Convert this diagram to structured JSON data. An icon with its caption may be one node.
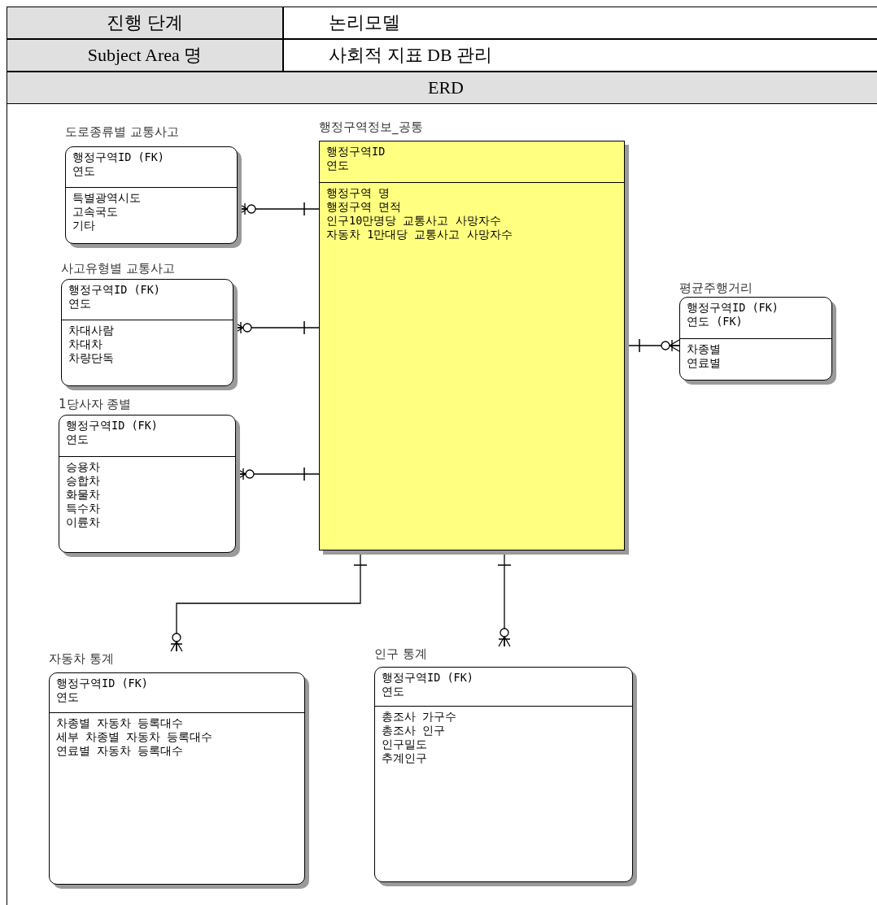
{
  "diagram": {
    "nodes": [
      {
        "text": [
          "도로종류별 교통사고"
        ]
      },
      {
        "text": [
          "행정구역ID (FK)",
          "연도"
        ],
        "in": 0
      },
      {
        "text": [
          "특별광역시도",
          "고속국도",
          "기타"
        ],
        "in": 0
      },
      {
        "text": [
          "행정구역정보_공통"
        ]
      },
      {
        "text": [
          "행정구역ID",
          "연도"
        ],
        "in": 3
      },
      {
        "text": [
          "행정구역 명",
          "행정구역 면적",
          "인구10만명당 교통사고 사망자수",
          "자동차 1만대당 교통사고 사망자수"
        ],
        "in": 3
      },
      {
        "text": [
          "사고유형별 교통사고"
        ]
      },
      {
        "text": [
          "행정구역ID (FK)",
          "연도"
        ],
        "in": 6
      },
      {
        "text": [
          "차대사람",
          "차대차",
          "차량단독"
        ],
        "in": 6
      },
      {
        "text": [
          "평균주행거리"
        ]
      },
      {
        "text": [
          "행정구역ID (FK)",
          "연도 (FK)"
        ],
        "in": 9
      },
      {
        "text": [
          "차종별",
          "연료별"
        ],
        "in": 9
      },
      {
        "text": [
          "1당사자 종별"
        ]
      },
      {
        "text": [
          "행정구역ID (FK)",
          "연도"
        ],
        "in": 12
      },
      {
        "text": [
          "승용차",
          "승합차",
          "화물차",
          "특수차",
          "이륜차"
        ],
        "in": 12
      },
      {
        "text": [
          "자동차 통계"
        ]
      },
      {
        "text": [
          "행정구역ID (FK)",
          "연도"
        ],
        "in": 15
      },
      {
        "text": [
          "차종별 자동차 등록대수",
          "세부 차종별 자동차 등록대수",
          "연료별 자동차 등록대수"
        ],
        "in": 15
      },
      {
        "text": [
          "인구 통계"
        ]
      },
      {
        "text": [
          "행정구역ID (FK)",
          "연도"
        ],
        "in": 18
      },
      {
        "text": [
          "총조사 가구수",
          "총조사 인구",
          "인구밀도",
          "추계인구"
        ],
        "in": 18
      }
    ],
    "edges": [
      {
        "from": 3,
        "to": 0,
        "arrow": "other"
      },
      {
        "from": 3,
        "to": 6,
        "arrow": "other"
      },
      {
        "from": 3,
        "to": 9,
        "arrow": "other"
      },
      {
        "from": 3,
        "to": 12,
        "arrow": "other"
      },
      {
        "from": 3,
        "to": 15,
        "arrow": "other"
      },
      {
        "from": 3,
        "to": 18,
        "arrow": "other"
      }
    ],
    "labels": [
      "진행 단계",
      "논리모델",
      "Subject Area 명",
      "사회적 지표 DB 관리",
      "ERD"
    ]
  }
}
